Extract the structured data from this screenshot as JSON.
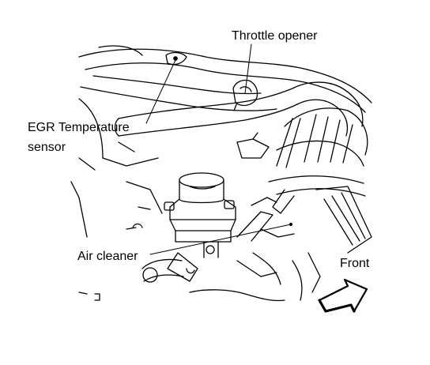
{
  "labels": {
    "throttle_opener": "Throttle opener",
    "egr_temp_line1": "EGR Temperature",
    "egr_temp_line2": "sensor",
    "air_cleaner": "Air cleaner",
    "front": "Front"
  },
  "colors": {
    "ink": "#000000",
    "paper": "#ffffff"
  }
}
